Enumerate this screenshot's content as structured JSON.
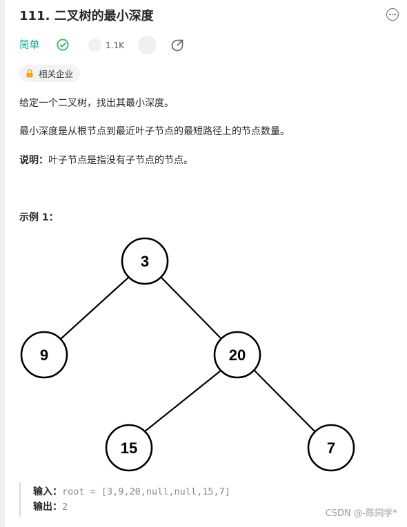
{
  "problem": {
    "title": "111. 二叉树的最小深度",
    "difficulty": "简单",
    "likes": "1.1K",
    "company_tag": "相关企业"
  },
  "description": {
    "p1": "给定一个二叉树，找出其最小深度。",
    "p2": "最小深度是从根节点到最近叶子节点的最短路径上的节点数量。",
    "note_label": "说明：",
    "note_text": "叶子节点是指没有子节点的节点。"
  },
  "example": {
    "title": "示例 1：",
    "tree_nodes": [
      "3",
      "9",
      "20",
      "15",
      "7"
    ],
    "input_label": "输入：",
    "input_value": "root = [3,9,20,null,null,15,7]",
    "output_label": "输出：",
    "output_value": "2"
  },
  "watermark": "CSDN @-陈同学*",
  "colors": {
    "accent": "#00a68a",
    "success": "#2db55d",
    "lock": "#ffa116"
  },
  "icons": [
    "more-icon",
    "check-icon",
    "share-icon",
    "lock-icon"
  ]
}
